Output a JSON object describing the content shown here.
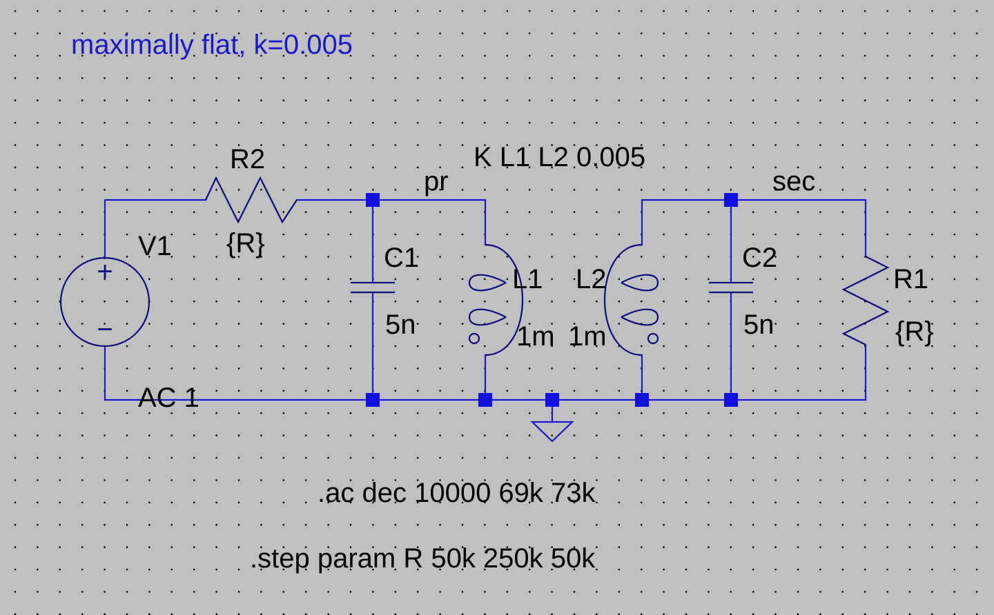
{
  "comment": "maximally flat, k=0.005",
  "coupling_directive": "K L1 L2 0.005",
  "nets": {
    "primary": "pr",
    "secondary": "sec"
  },
  "components": {
    "V1": {
      "name": "V1",
      "value": "AC 1",
      "plus": "+",
      "minus": "−"
    },
    "R2": {
      "name": "R2",
      "value": "{R}"
    },
    "C1": {
      "name": "C1",
      "value": "5n"
    },
    "L1": {
      "name": "L1",
      "value": "1m"
    },
    "L2": {
      "name": "L2",
      "value": "1m"
    },
    "C2": {
      "name": "C2",
      "value": "5n"
    },
    "R1": {
      "name": "R1",
      "value": "{R}"
    }
  },
  "directives": {
    "ac": ".ac dec 10000 69k 73k",
    "step": ".step param R 50k 250k 50k"
  },
  "colors": {
    "background": "#c0c0c0",
    "wire": "#1a1acc",
    "component": "#0c0c80",
    "junction": "#1010e0",
    "label": "#000000",
    "comment": "#1a1acc"
  }
}
